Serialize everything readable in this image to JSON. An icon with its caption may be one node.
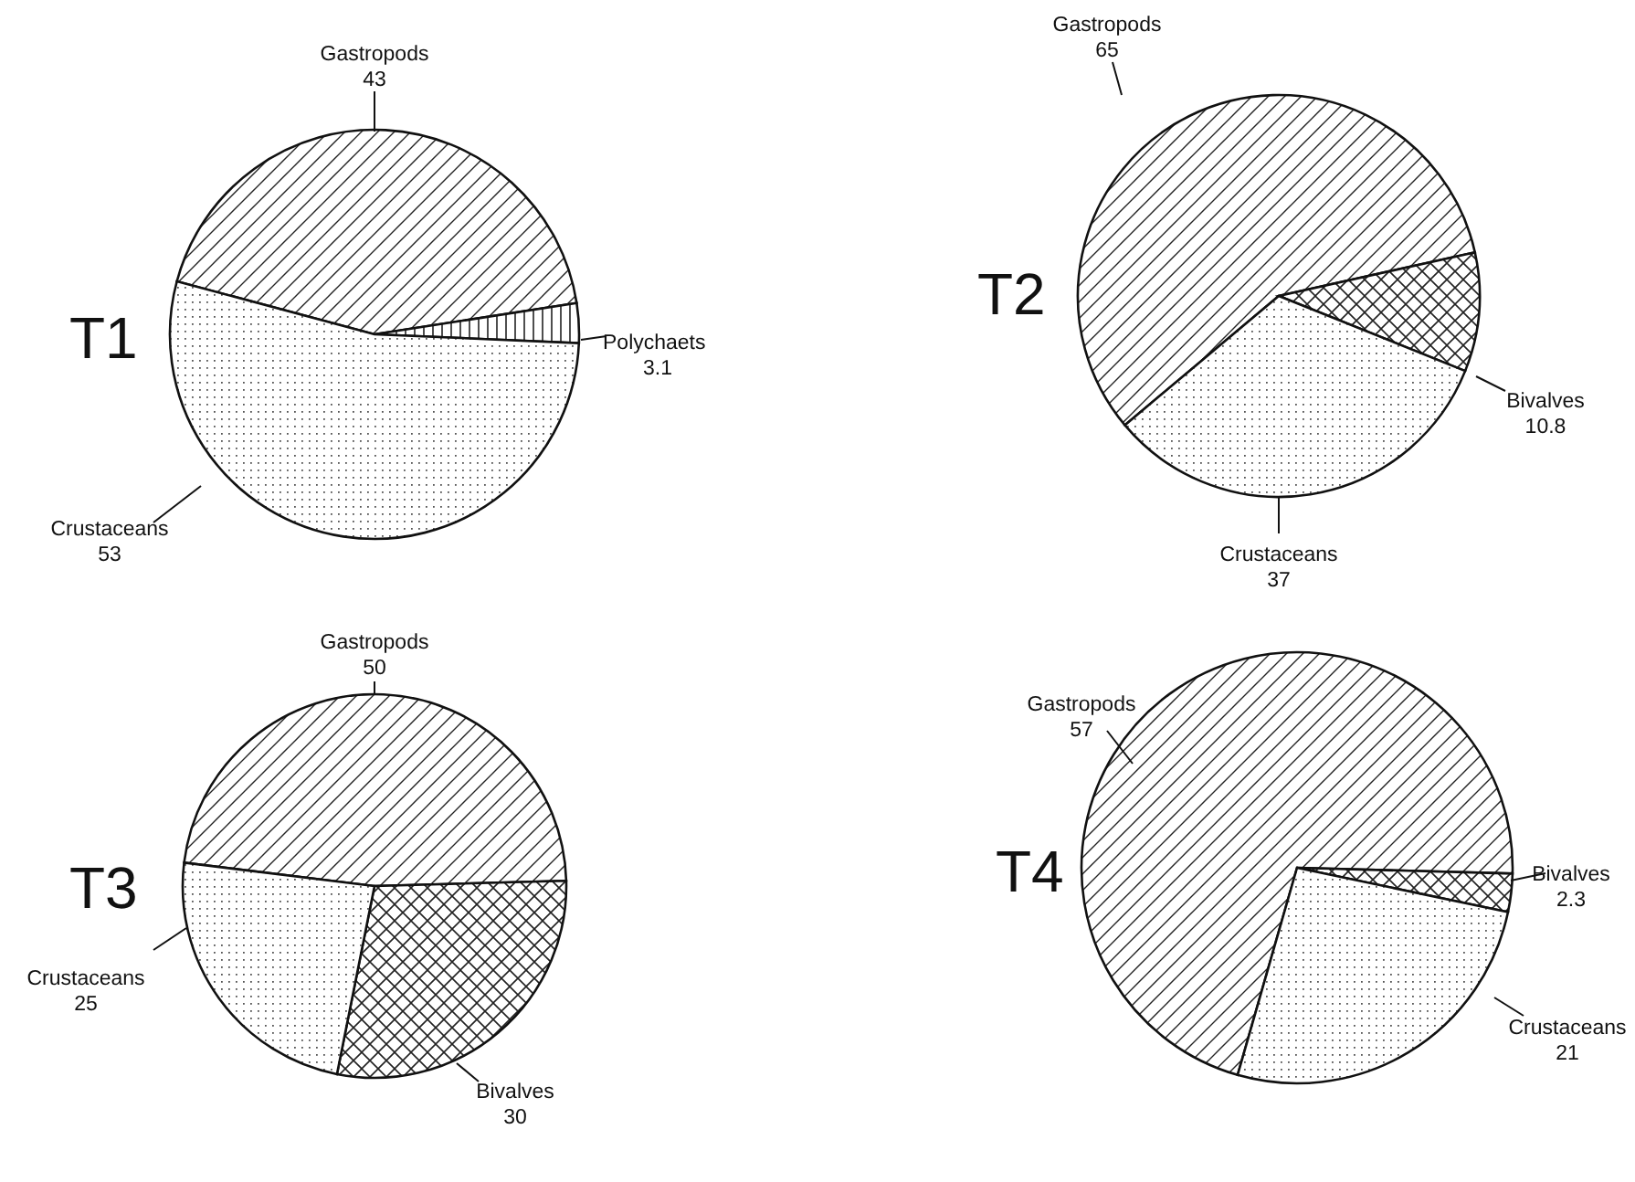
{
  "diagram": {
    "chart_data": [
      {
        "type": "pie",
        "title": "T1",
        "categories": [
          "Gastropods",
          "Polychaets",
          "Crustaceans"
        ],
        "values": [
          43,
          3.1,
          53
        ],
        "data_labels": true
      },
      {
        "type": "pie",
        "title": "T2",
        "categories": [
          "Gastropods",
          "Bivalves",
          "Crustaceans"
        ],
        "values": [
          65,
          10.8,
          37
        ],
        "data_labels": true
      },
      {
        "type": "pie",
        "title": "T3",
        "categories": [
          "Gastropods",
          "Bivalves",
          "Crustaceans"
        ],
        "values": [
          50,
          30,
          25
        ],
        "data_labels": true
      },
      {
        "type": "pie",
        "title": "T4",
        "categories": [
          "Gastropods",
          "Bivalves",
          "Crustaceans"
        ],
        "values": [
          57,
          2.3,
          21
        ],
        "data_labels": true
      }
    ]
  }
}
